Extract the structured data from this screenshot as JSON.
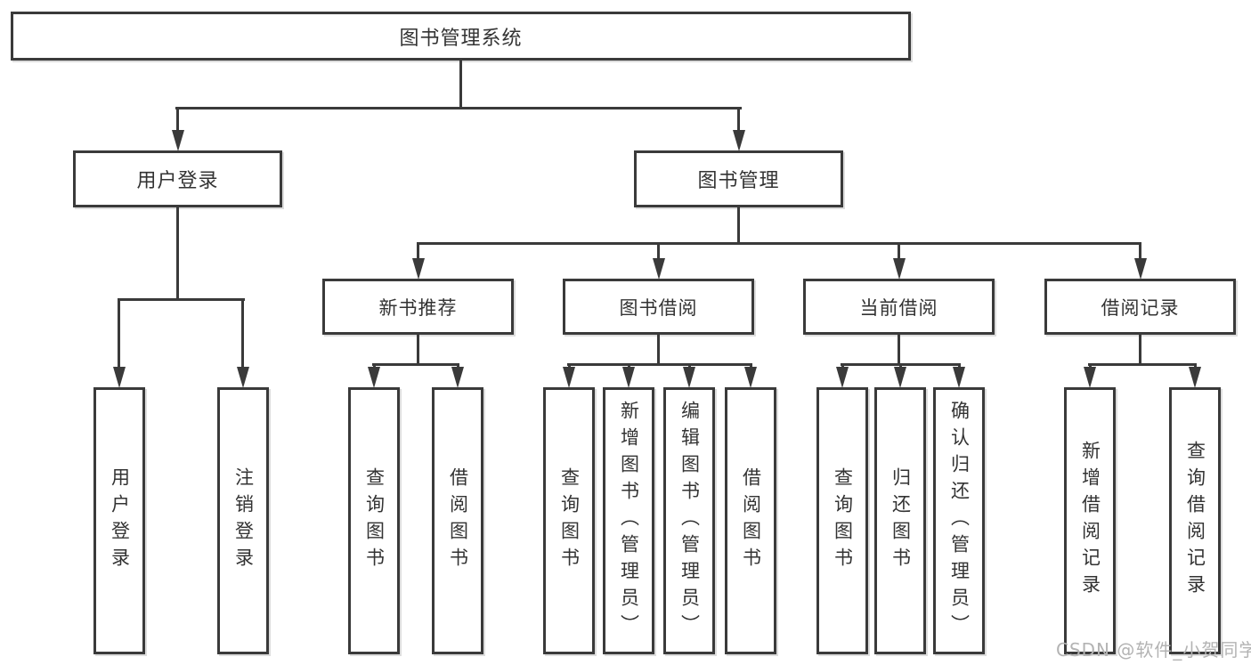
{
  "tree": {
    "root": "图书管理系统",
    "branches": [
      {
        "label": "用户登录",
        "leaves": [
          "用户登录",
          "注销登录"
        ]
      },
      {
        "label": "图书管理",
        "groups": [
          {
            "label": "新书推荐",
            "leaves": [
              "查询图书",
              "借阅图书"
            ]
          },
          {
            "label": "图书借阅",
            "leaves": [
              "查询图书",
              "新增图书（管理员）",
              "编辑图书（管理员）",
              "借阅图书"
            ]
          },
          {
            "label": "当前借阅",
            "leaves": [
              "查询图书",
              "归还图书",
              "确认归还（管理员）"
            ]
          },
          {
            "label": "借阅记录",
            "leaves": [
              "新增借阅记录",
              "查询借阅记录"
            ]
          }
        ]
      }
    ]
  },
  "watermark": "CSDN @软件_小贺同学",
  "colors": {
    "line": "#3a3a3a",
    "text": "#333333",
    "box_background": "#ffffff",
    "watermark": "#b3b3b3"
  }
}
